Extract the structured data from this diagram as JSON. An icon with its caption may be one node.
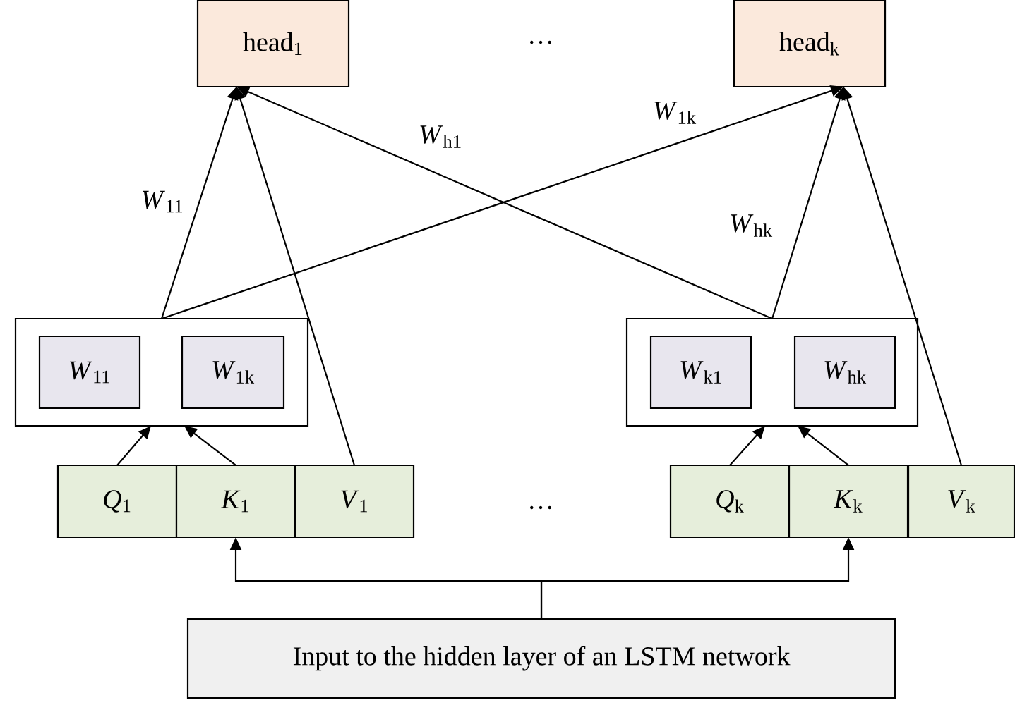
{
  "diagram": {
    "nodes": [
      {
        "text": [
          "head$_{1}$"
        ]
      },
      {
        "text": [
          "head$_{k}$"
        ]
      },
      {
        "text": [],
        "shape": "box"
      },
      {
        "text": [
          "*W*$_{11}$"
        ],
        "in": 2
      },
      {
        "text": [
          "*W*$_{1k}$"
        ],
        "in": 2
      },
      {
        "text": [],
        "shape": "box"
      },
      {
        "text": [
          "*W*$_{k1}$"
        ],
        "in": 5
      },
      {
        "text": [
          "*W*$_{hk}$"
        ],
        "in": 5
      },
      {
        "text": [
          "*Q*$_{1}$"
        ]
      },
      {
        "text": [
          "*K*$_{1}$"
        ]
      },
      {
        "text": [
          "*V*$_{1}$"
        ]
      },
      {
        "text": [
          "*Q*$_{k}$"
        ]
      },
      {
        "text": [
          "*K*$_{k}$"
        ]
      },
      {
        "text": [
          "*V*$_{k}$"
        ]
      },
      {
        "text": [
          "Input to the hidden layer of an LSTM network"
        ]
      }
    ],
    "edges": [
      {
        "from": 2,
        "to": 0,
        "arrow": "to",
        "label": "*W*$_{11}$"
      },
      {
        "from": 2,
        "to": 1,
        "arrow": "to",
        "label": "*W*$_{1k}$"
      },
      {
        "from": 5,
        "to": 0,
        "arrow": "to",
        "label": "*W*$_{h1}$"
      },
      {
        "from": 5,
        "to": 1,
        "arrow": "to",
        "label": "*W*$_{hk}$"
      },
      {
        "from": 10,
        "to": 0,
        "arrow": "to"
      },
      {
        "from": 13,
        "to": 1,
        "arrow": "to"
      },
      {
        "from": 8,
        "to": 2,
        "arrow": "to"
      },
      {
        "from": 9,
        "to": 2,
        "arrow": "to"
      },
      {
        "from": 11,
        "to": 5,
        "arrow": "to"
      },
      {
        "from": 12,
        "to": 5,
        "arrow": "to"
      },
      {
        "from": 14,
        "to": 9,
        "arrow": "to"
      },
      {
        "from": 14,
        "to": 12,
        "arrow": "to"
      }
    ],
    "labels": [
      "…",
      "…"
    ]
  }
}
